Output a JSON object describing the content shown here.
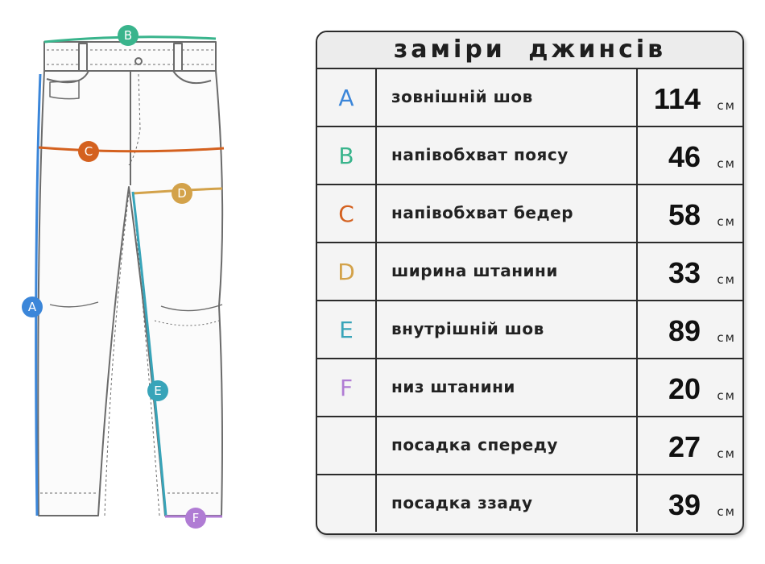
{
  "title": "заміри джинсів",
  "unit": "см",
  "colors": {
    "A": "#3b86d9",
    "B": "#39b48c",
    "C": "#d4611f",
    "D": "#d3a24a",
    "E": "#38a4b9",
    "F": "#b07cd4",
    "outline": "#6b6b6b"
  },
  "rows": [
    {
      "letter": "A",
      "name": "зовнішній шов",
      "value": "114"
    },
    {
      "letter": "B",
      "name": "напівобхват поясу",
      "value": "46"
    },
    {
      "letter": "C",
      "name": "напівобхват бедер",
      "value": "58"
    },
    {
      "letter": "D",
      "name": "ширина штанини",
      "value": "33"
    },
    {
      "letter": "E",
      "name": "внутрішній шов",
      "value": "89"
    },
    {
      "letter": "F",
      "name": "низ штанини",
      "value": "20"
    },
    {
      "letter": "",
      "name": "посадка спереду",
      "value": "27"
    },
    {
      "letter": "",
      "name": "посадка ззаду",
      "value": "39"
    }
  ],
  "markers": {
    "A": "A",
    "B": "B",
    "C": "C",
    "D": "D",
    "E": "E",
    "F": "F"
  }
}
